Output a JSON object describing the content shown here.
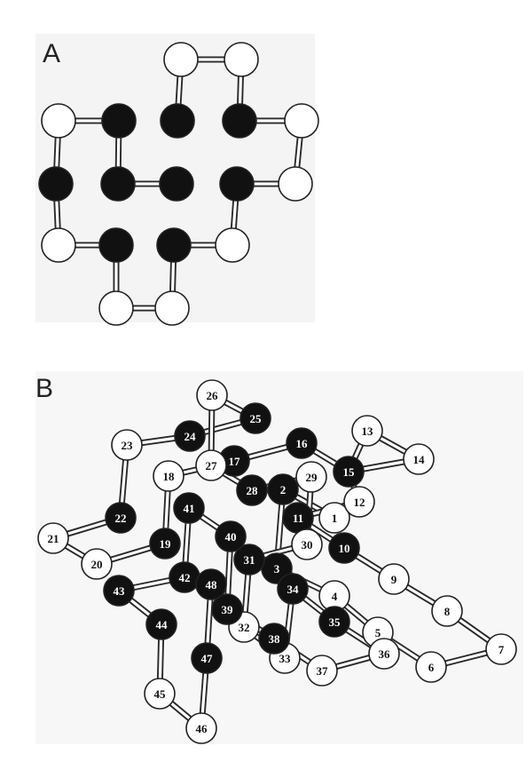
{
  "panels": [
    {
      "id": "A",
      "label": "A"
    },
    {
      "id": "B",
      "label": "B"
    }
  ],
  "colors": {
    "filled_atom": "#111111",
    "open_atom": "#ffffff",
    "outline": "#222222",
    "panel_background": "#f4f4f4"
  },
  "panel_a": {
    "atoms": [
      {
        "id": "a1",
        "filled": false
      },
      {
        "id": "a2",
        "filled": false
      },
      {
        "id": "a3",
        "filled": false
      },
      {
        "id": "a4",
        "filled": true
      },
      {
        "id": "a5",
        "filled": true
      },
      {
        "id": "a6",
        "filled": true
      },
      {
        "id": "a7",
        "filled": false
      },
      {
        "id": "a8",
        "filled": true
      },
      {
        "id": "a9",
        "filled": true
      },
      {
        "id": "a10",
        "filled": true
      },
      {
        "id": "a11",
        "filled": true
      },
      {
        "id": "a12",
        "filled": false
      },
      {
        "id": "a13",
        "filled": false
      },
      {
        "id": "a14",
        "filled": true
      },
      {
        "id": "a15",
        "filled": true
      },
      {
        "id": "a16",
        "filled": false
      },
      {
        "id": "a17",
        "filled": false
      },
      {
        "id": "a18",
        "filled": false
      }
    ],
    "bonds": [
      [
        "a1",
        "a2"
      ],
      [
        "a1",
        "a5"
      ],
      [
        "a2",
        "a6"
      ],
      [
        "a6",
        "a7"
      ],
      [
        "a7",
        "a12"
      ],
      [
        "a12",
        "a11"
      ],
      [
        "a11",
        "a16"
      ],
      [
        "a16",
        "a15"
      ],
      [
        "a15",
        "a18"
      ],
      [
        "a18",
        "a17"
      ],
      [
        "a17",
        "a14"
      ],
      [
        "a14",
        "a13"
      ],
      [
        "a13",
        "a8"
      ],
      [
        "a8",
        "a3"
      ],
      [
        "a3",
        "a4"
      ],
      [
        "a4",
        "a9"
      ],
      [
        "a9",
        "a10"
      ]
    ]
  },
  "panel_b": {
    "atoms": [
      {
        "label": "1",
        "filled": false
      },
      {
        "label": "2",
        "filled": true
      },
      {
        "label": "3",
        "filled": true
      },
      {
        "label": "4",
        "filled": false
      },
      {
        "label": "5",
        "filled": false
      },
      {
        "label": "6",
        "filled": false
      },
      {
        "label": "7",
        "filled": false
      },
      {
        "label": "8",
        "filled": false
      },
      {
        "label": "9",
        "filled": false
      },
      {
        "label": "10",
        "filled": true
      },
      {
        "label": "11",
        "filled": true
      },
      {
        "label": "12",
        "filled": false
      },
      {
        "label": "13",
        "filled": false
      },
      {
        "label": "14",
        "filled": false
      },
      {
        "label": "15",
        "filled": true
      },
      {
        "label": "16",
        "filled": true
      },
      {
        "label": "17",
        "filled": true
      },
      {
        "label": "18",
        "filled": false
      },
      {
        "label": "19",
        "filled": true
      },
      {
        "label": "20",
        "filled": false
      },
      {
        "label": "21",
        "filled": false
      },
      {
        "label": "22",
        "filled": true
      },
      {
        "label": "23",
        "filled": false
      },
      {
        "label": "24",
        "filled": true
      },
      {
        "label": "25",
        "filled": true
      },
      {
        "label": "26",
        "filled": false
      },
      {
        "label": "27",
        "filled": false
      },
      {
        "label": "28",
        "filled": true
      },
      {
        "label": "29",
        "filled": false
      },
      {
        "label": "30",
        "filled": false
      },
      {
        "label": "31",
        "filled": true
      },
      {
        "label": "32",
        "filled": false
      },
      {
        "label": "33",
        "filled": false
      },
      {
        "label": "34",
        "filled": true
      },
      {
        "label": "35",
        "filled": true
      },
      {
        "label": "36",
        "filled": false
      },
      {
        "label": "37",
        "filled": false
      },
      {
        "label": "38",
        "filled": true
      },
      {
        "label": "39",
        "filled": true
      },
      {
        "label": "40",
        "filled": true
      },
      {
        "label": "41",
        "filled": true
      },
      {
        "label": "42",
        "filled": true
      },
      {
        "label": "43",
        "filled": true
      },
      {
        "label": "44",
        "filled": true
      },
      {
        "label": "45",
        "filled": false
      },
      {
        "label": "46",
        "filled": false
      },
      {
        "label": "47",
        "filled": true
      },
      {
        "label": "48",
        "filled": true
      }
    ],
    "bonds": [
      [
        "1",
        "2"
      ],
      [
        "2",
        "3"
      ],
      [
        "3",
        "4"
      ],
      [
        "4",
        "5"
      ],
      [
        "5",
        "6"
      ],
      [
        "6",
        "7"
      ],
      [
        "7",
        "8"
      ],
      [
        "8",
        "9"
      ],
      [
        "9",
        "10"
      ],
      [
        "10",
        "11"
      ],
      [
        "11",
        "12"
      ],
      [
        "12",
        "15"
      ],
      [
        "15",
        "13"
      ],
      [
        "13",
        "14"
      ],
      [
        "14",
        "15"
      ],
      [
        "15",
        "16"
      ],
      [
        "16",
        "17"
      ],
      [
        "17",
        "18"
      ],
      [
        "18",
        "19"
      ],
      [
        "19",
        "20"
      ],
      [
        "20",
        "21"
      ],
      [
        "21",
        "22"
      ],
      [
        "22",
        "23"
      ],
      [
        "23",
        "24"
      ],
      [
        "24",
        "25"
      ],
      [
        "25",
        "26"
      ],
      [
        "26",
        "27"
      ],
      [
        "27",
        "28"
      ],
      [
        "28",
        "29"
      ],
      [
        "29",
        "30"
      ],
      [
        "30",
        "31"
      ],
      [
        "31",
        "32"
      ],
      [
        "32",
        "33"
      ],
      [
        "33",
        "34"
      ],
      [
        "34",
        "35"
      ],
      [
        "35",
        "36"
      ],
      [
        "36",
        "37"
      ],
      [
        "37",
        "38"
      ],
      [
        "38",
        "39"
      ],
      [
        "39",
        "40"
      ],
      [
        "40",
        "41"
      ],
      [
        "41",
        "42"
      ],
      [
        "42",
        "43"
      ],
      [
        "43",
        "44"
      ],
      [
        "44",
        "45"
      ],
      [
        "45",
        "46"
      ],
      [
        "46",
        "47"
      ],
      [
        "47",
        "48"
      ]
    ]
  }
}
